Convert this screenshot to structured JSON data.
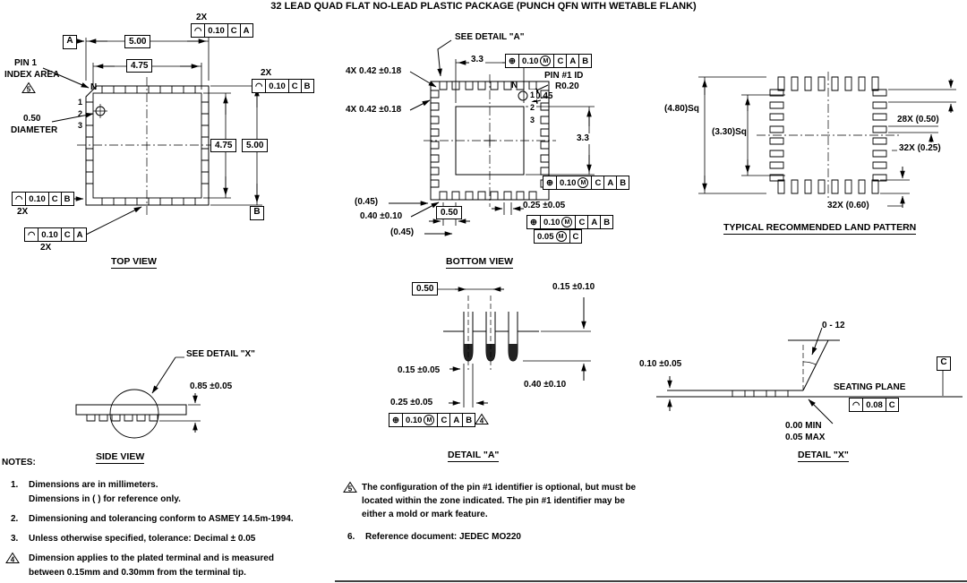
{
  "title": "32 LEAD QUAD FLAT NO-LEAD PLASTIC PACKAGE (PUNCH QFN WITH WETABLE FLANK)",
  "sym": {
    "profile": "◠",
    "position": "⊕",
    "mmc": "M"
  },
  "top_view": {
    "caption": "TOP VIEW",
    "qty_top": "2X",
    "fcf_top": {
      "tol": "0.10",
      "d1": "C",
      "d2": "A"
    },
    "qty_right": "2X",
    "fcf_right": {
      "tol": "0.10",
      "d1": "C",
      "d2": "B"
    },
    "fcf_bottom1": {
      "tol": "0.10",
      "d1": "C",
      "d2": "B"
    },
    "qty_bottom1": "2X",
    "fcf_bottom2": {
      "tol": "0.10",
      "d1": "C",
      "d2": "A"
    },
    "qty_bottom2": "2X",
    "dim_width_outer": "5.00",
    "dim_width_inner": "4.75",
    "dim_height_inner": "4.75",
    "dim_height_outer": "5.00",
    "pin1_label": "PIN 1",
    "pin1_label2": "INDEX AREA",
    "note_flag": "5",
    "n_label": "N",
    "pin_no_1": "1",
    "pin_no_2": "2",
    "pin_no_3": "3",
    "dia_value": "0.50",
    "dia_label": "DIAMETER",
    "datum_a": "A",
    "datum_b": "B"
  },
  "bottom_view": {
    "caption": "BOTTOM VIEW",
    "see_detail": "SEE DETAIL \"A\"",
    "pad_width": "3.3",
    "pad_height": "3.3",
    "fcf_top": {
      "tol": "0.10",
      "d1": "C",
      "d2": "A",
      "d3": "B"
    },
    "fcf_right": {
      "tol": "0.10",
      "d1": "C",
      "d2": "A",
      "d3": "B"
    },
    "fcf_stack1": {
      "tol": "0.10",
      "d1": "C",
      "d2": "A",
      "d3": "B"
    },
    "fcf_stack2": {
      "tol": "0.05",
      "d1": "C"
    },
    "lead_dim_top": "4X 0.42 ±0.18",
    "lead_dim_left": "4X 0.42 ±0.18",
    "pin1_id": "PIN #1 ID",
    "pin1_radius": "R0.20",
    "pin1_offset": "0.45",
    "n_label": "N",
    "pin_no_1": "1",
    "pin_no_2": "2",
    "pin_no_3": "3",
    "edge_ref_left": "(0.45)",
    "edge_ref_bottom": "(0.45)",
    "lead_length": "0.40 ±0.10",
    "lead_pitch": "0.50",
    "lead_width": "0.25 ±0.05"
  },
  "land_pattern": {
    "caption": "TYPICAL RECOMMENDED LAND PATTERN",
    "outer_size": "(4.80)Sq",
    "inner_size": "(3.30)Sq",
    "pitch": "28X (0.50)",
    "pad_width": "32X (0.25)",
    "pad_length": "32X (0.60)"
  },
  "side_view": {
    "caption": "SIDE VIEW",
    "see_detail": "SEE DETAIL \"X\"",
    "height": "0.85 ±0.05"
  },
  "detail_a": {
    "caption": "DETAIL \"A\"",
    "pitch": "0.50",
    "standoff": "0.15 ±0.10",
    "tip_width": "0.15 ±0.05",
    "lead_length": "0.40 ±0.10",
    "lead_width": "0.25 ±0.05",
    "fcf": {
      "tol": "0.10",
      "d1": "C",
      "d2": "A",
      "d3": "B"
    },
    "note_flag": "4"
  },
  "detail_x": {
    "caption": "DETAIL \"X\"",
    "angle": "0 - 12",
    "standoff": "0.10 ±0.05",
    "datum_c": "C",
    "seating_plane": "SEATING PLANE",
    "fcf": {
      "tol": "0.08",
      "d1": "C"
    },
    "coplanarity_min": "0.00 MIN",
    "coplanarity_max": "0.05 MAX"
  },
  "notes": {
    "heading": "NOTES:",
    "n1_num": "1.",
    "n1_line1": "Dimensions are in millimeters.",
    "n1_line2": "Dimensions in (  ) for reference only.",
    "n2_num": "2.",
    "n2": "Dimensioning and tolerancing conform to ASMEY 14.5m-1994.",
    "n3_num": "3.",
    "n3": "Unless otherwise specified, tolerance: Decimal ± 0.05",
    "n4_flag": "4",
    "n4_line1": "Dimension applies to the plated terminal and is measured",
    "n4_line2": "between 0.15mm and 0.30mm from the terminal tip.",
    "n5_flag": "5",
    "n5_line1": "The configuration of the pin #1 identifier is optional, but must be",
    "n5_line2": "located within the zone indicated. The pin #1 identifier may be",
    "n5_line3": "either a mold or mark feature.",
    "n6_num": "6.",
    "n6": "Reference document: JEDEC MO220"
  }
}
